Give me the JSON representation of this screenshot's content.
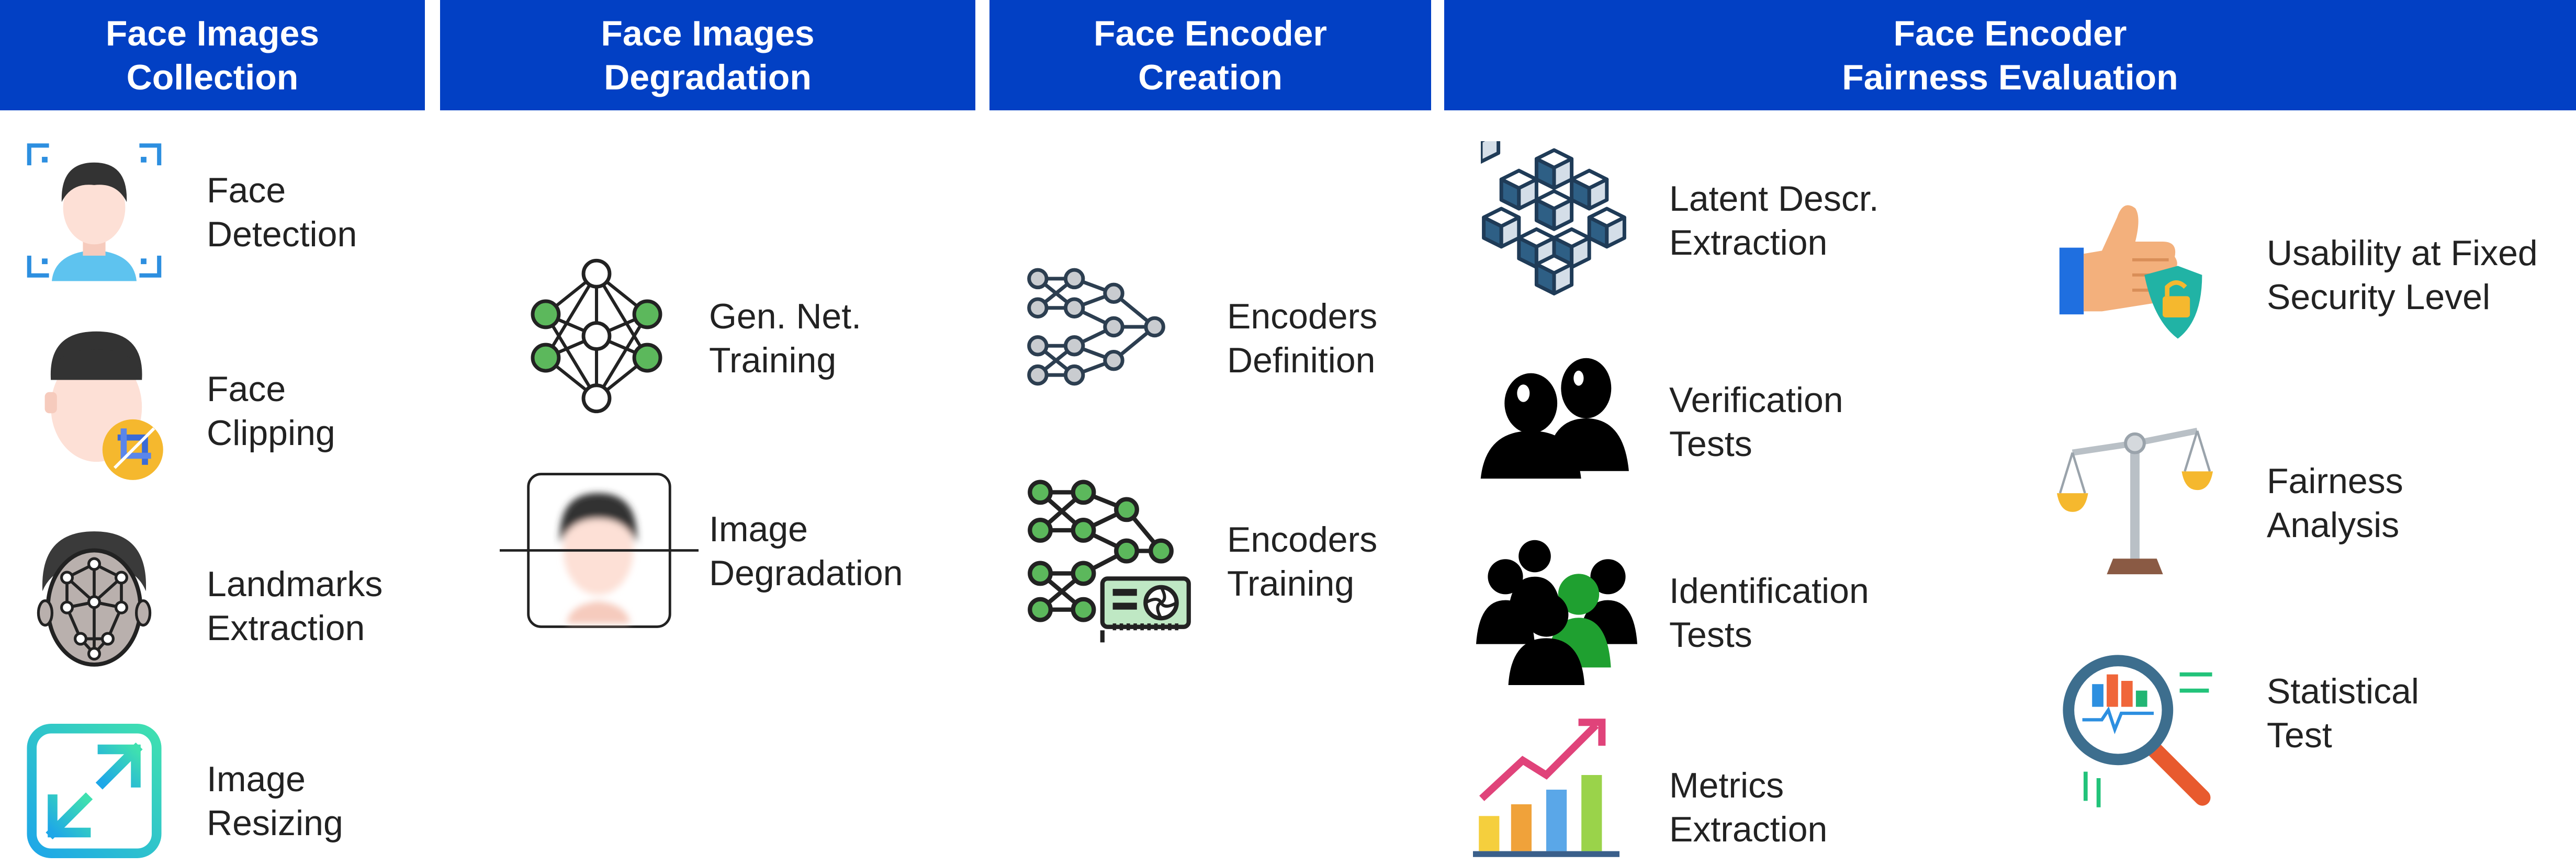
{
  "headers": {
    "collection": {
      "line1": "Face Images",
      "line2": "Collection"
    },
    "degradation": {
      "line1": "Face Images",
      "line2": "Degradation"
    },
    "creation": {
      "line1": "Face Encoder",
      "line2": "Creation"
    },
    "fairness": {
      "line1": "Face Encoder",
      "line2": "Fairness Evaluation"
    }
  },
  "collection_items": [
    {
      "line1": "Face",
      "line2": "Detection",
      "icon": "face-detection-icon"
    },
    {
      "line1": "Face",
      "line2": "Clipping",
      "icon": "face-crop-icon"
    },
    {
      "line1": "Landmarks",
      "line2": "Extraction",
      "icon": "face-landmarks-icon"
    },
    {
      "line1": "Image",
      "line2": "Resizing",
      "icon": "resize-arrows-icon"
    }
  ],
  "degradation_items": [
    {
      "line1": "Gen. Net.",
      "line2": "Training",
      "icon": "neural-network-icon"
    },
    {
      "line1": "Image",
      "line2": "Degradation",
      "icon": "blurred-face-icon"
    }
  ],
  "creation_items": [
    {
      "line1": "Encoders",
      "line2": "Definition",
      "icon": "encoder-network-icon"
    },
    {
      "line1": "Encoders",
      "line2": "Training",
      "icon": "gpu-network-icon"
    }
  ],
  "fairness_left_items": [
    {
      "line1": "Latent Descr.",
      "line2": "Extraction",
      "icon": "cubes-icon"
    },
    {
      "line1": "Verification",
      "line2": "Tests",
      "icon": "two-users-icon"
    },
    {
      "line1": "Identification",
      "line2": "Tests",
      "icon": "group-users-icon"
    },
    {
      "line1": "Metrics",
      "line2": "Extraction",
      "icon": "growth-chart-icon"
    }
  ],
  "fairness_right_items": [
    {
      "line1": "Usability at Fixed",
      "line2": "Security Level",
      "icon": "thumbs-up-shield-icon"
    },
    {
      "line1": "Fairness",
      "line2": "Analysis",
      "icon": "balance-scale-icon"
    },
    {
      "line1": "Statistical",
      "line2": "Test",
      "icon": "magnifier-chart-icon"
    }
  ],
  "colors": {
    "header_bg": "#0240c4",
    "header_text": "#ffffff",
    "label_text": "#222222",
    "network_green": "#5cb85c",
    "face_skin": "#fde0d6"
  }
}
